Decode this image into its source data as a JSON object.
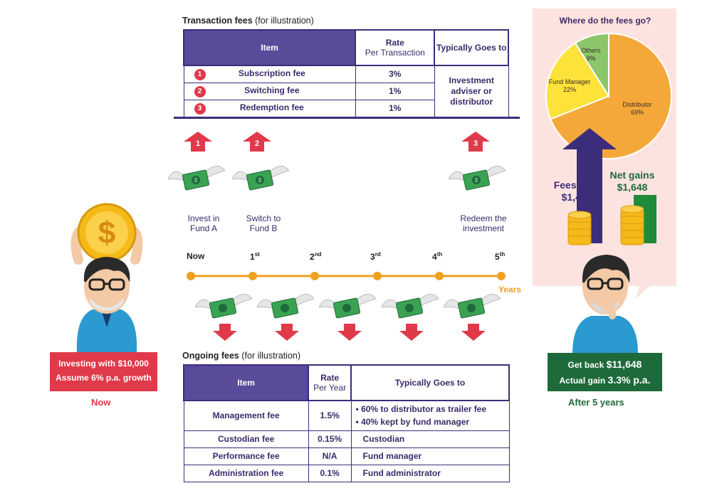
{
  "transaction": {
    "title_bold": "Transaction fees",
    "title_light": "(for illustration)",
    "headers": {
      "item": "Item",
      "rate": "Rate",
      "rate_sub": "Per Transaction",
      "goes": "Typically Goes to"
    },
    "rows": [
      {
        "num": "1",
        "item": "Subscription fee",
        "rate": "3%"
      },
      {
        "num": "2",
        "item": "Switching fee",
        "rate": "1%"
      },
      {
        "num": "3",
        "item": "Redemption fee",
        "rate": "1%"
      }
    ],
    "goes_to": "Investment adviser or distributor"
  },
  "timeline": {
    "labels": [
      "Now",
      "1",
      "2",
      "3",
      "4",
      "5"
    ],
    "suffixes": [
      "",
      "st",
      "nd",
      "rd",
      "th",
      "th"
    ],
    "unit": "Years",
    "events": [
      {
        "num": "1",
        "caption1": "Invest in",
        "caption2": "Fund A"
      },
      {
        "num": "2",
        "caption1": "Switch to",
        "caption2": "Fund B"
      },
      {
        "num": "3",
        "caption1": "Redeem the",
        "caption2": "investment"
      }
    ]
  },
  "ongoing": {
    "title_bold": "Ongoing fees",
    "title_light": "(for illustration)",
    "headers": {
      "item": "Item",
      "rate": "Rate",
      "rate_sub": "Per Year",
      "goes": "Typically Goes to"
    },
    "rows": [
      {
        "item": "Management fee",
        "rate": "1.5%",
        "goes1": "• 60% to distributor as trailer fee",
        "goes2": "• 40% kept by fund manager"
      },
      {
        "item": "Custodian fee",
        "rate": "0.15%",
        "goes1": "Custodian",
        "goes2": ""
      },
      {
        "item": "Performance fee",
        "rate": "N/A",
        "goes1": "Fund manager",
        "goes2": ""
      },
      {
        "item": "Administration fee",
        "rate": "0.1%",
        "goes1": "Fund administrator",
        "goes2": ""
      }
    ]
  },
  "left": {
    "line1": "Investing with $10,000",
    "line2": "Assume 6% p.a. growth",
    "caption": "Now"
  },
  "right": {
    "pie_title": "Where do the fees go?",
    "slices": [
      {
        "label": "Distributor",
        "pct": "69%",
        "value": 69,
        "color": "#f5a83a"
      },
      {
        "label": "Fund Manager",
        "pct": "22%",
        "value": 22,
        "color": "#fde23a"
      },
      {
        "label": "Others",
        "pct": "9%",
        "value": 9,
        "color": "#8cc66a"
      }
    ],
    "fees_paid_label": "Fees paid",
    "fees_paid_value": "$1,488",
    "net_gains_label": "Net gains",
    "net_gains_value": "$1,648",
    "getback_label": "Get back",
    "getback_value": "$11,648",
    "gain_label": "Actual gain",
    "gain_value": "3.3% p.a.",
    "caption": "After 5 years"
  },
  "colors": {
    "red": "#e0394a",
    "purple": "#3b2d7a",
    "green": "#1e6a3a",
    "orange": "#f0a020"
  }
}
